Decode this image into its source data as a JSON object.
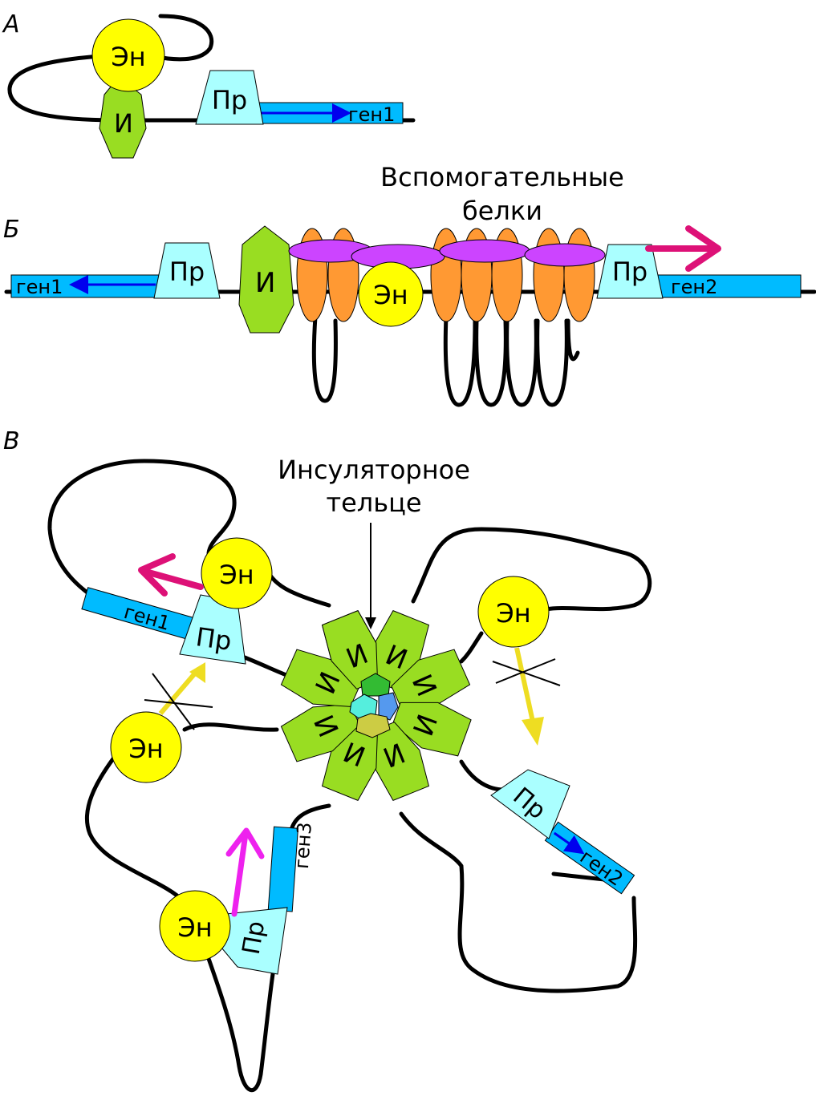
{
  "panels": {
    "a": "А",
    "b": "Б",
    "c": "В"
  },
  "labels": {
    "enhancer": "Эн",
    "insulator": "И",
    "promoter": "Пр",
    "gene1": "ген1",
    "gene2": "ген2",
    "gene3": "ген3"
  },
  "captions": {
    "aux_line1": "Вспомогательные",
    "aux_line2": "белки",
    "body_line1": "Инсуляторное",
    "body_line2": "тельце"
  },
  "colors": {
    "enhancer": "#ffff00",
    "insulator": "#99dd22",
    "promoter": "#aaffff",
    "gene": "#00bbff",
    "aux_protein": "#ff9933",
    "aux_link": "#cc44ff",
    "arrow_active": "#dd1177",
    "arrow_magenta": "#ee22ee",
    "arrow_blocked": "#eedd22"
  }
}
